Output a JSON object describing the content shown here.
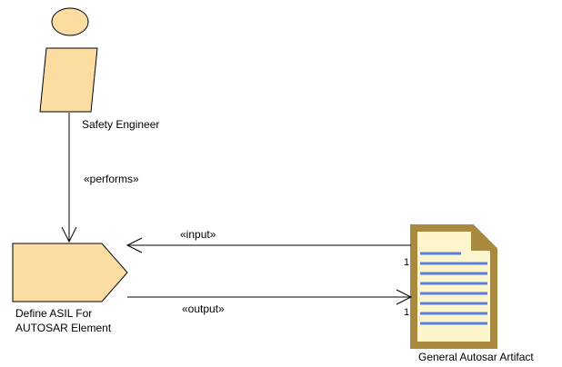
{
  "diagram": {
    "colors": {
      "fill": "#fbdca1",
      "stroke": "#000000",
      "doc_fill": "#fdf5cc",
      "doc_border": "#a8893e",
      "doc_lines": "#5b7fe0",
      "background": "#ffffff"
    },
    "actor": {
      "name": "Safety Engineer",
      "icon": "worker-icon"
    },
    "task": {
      "name_line1": "Define ASIL For",
      "name_line2": "AUTOSAR Element",
      "icon": "task-definition-icon"
    },
    "artifact": {
      "name": "General Autosar Artifact",
      "icon": "document-icon"
    },
    "relations": {
      "performs": "«performs»",
      "input": "«input»",
      "output": "«output»",
      "input_multiplicity": "1",
      "output_multiplicity": "1"
    }
  }
}
